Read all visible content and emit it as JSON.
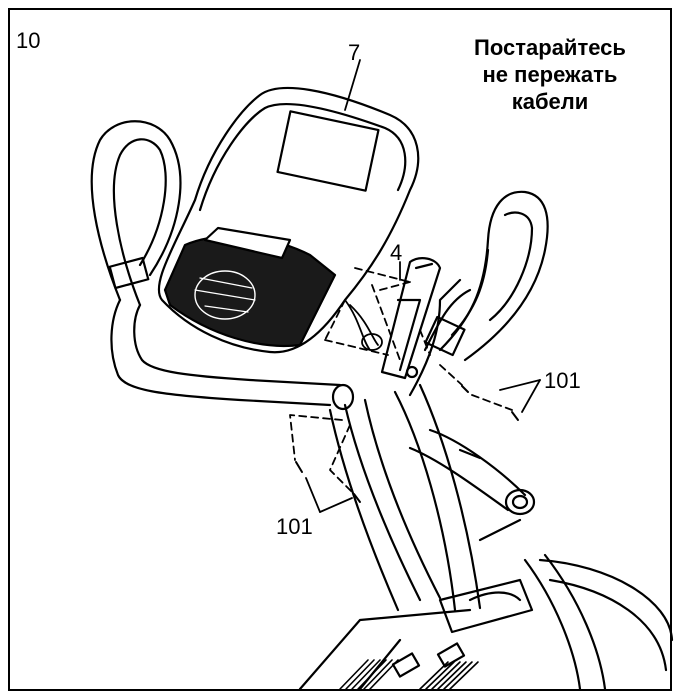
{
  "step": {
    "number": "10"
  },
  "caution": {
    "lines": [
      "Постарайтесь",
      "не пережать",
      "кабели"
    ]
  },
  "callouts": {
    "console": "7",
    "bracket": "4",
    "screws_right": "101",
    "screws_left": "101"
  },
  "colors": {
    "line": "#000000",
    "background": "#ffffff",
    "dark_panel": "#1a1a1a",
    "fill": "#ffffff"
  }
}
